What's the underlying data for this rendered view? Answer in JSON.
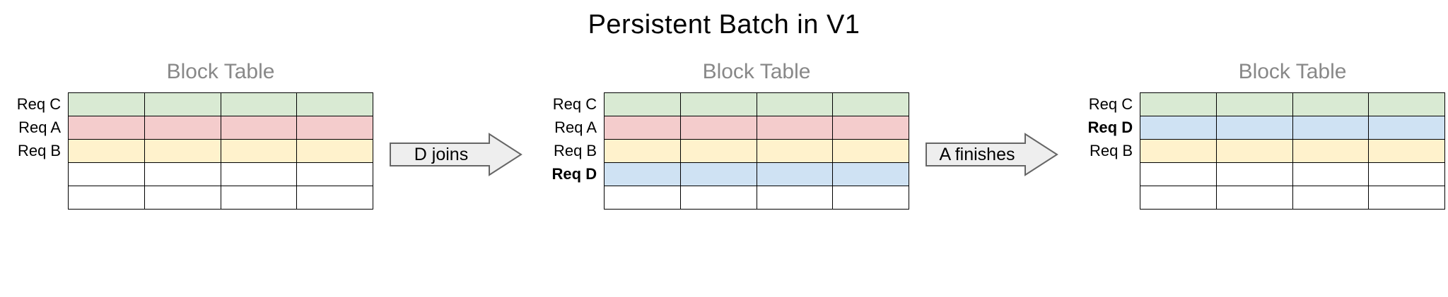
{
  "title": "Persistent Batch in V1",
  "colors": {
    "green": "#d9ead3",
    "pink": "#f4cccc",
    "yellow": "#fff2cc",
    "blue": "#cfe2f3",
    "empty": "#ffffff"
  },
  "grid": {
    "columns": 4,
    "rows": 5
  },
  "tables": [
    {
      "heading": "Block Table",
      "rows": [
        {
          "label": "Req C",
          "bold": false,
          "color": "green"
        },
        {
          "label": "Req A",
          "bold": false,
          "color": "pink"
        },
        {
          "label": "Req B",
          "bold": false,
          "color": "yellow"
        },
        {
          "label": "",
          "bold": false,
          "color": "empty"
        },
        {
          "label": "",
          "bold": false,
          "color": "empty"
        }
      ]
    },
    {
      "heading": "Block Table",
      "rows": [
        {
          "label": "Req C",
          "bold": false,
          "color": "green"
        },
        {
          "label": "Req A",
          "bold": false,
          "color": "pink"
        },
        {
          "label": "Req B",
          "bold": false,
          "color": "yellow"
        },
        {
          "label": "Req D",
          "bold": true,
          "color": "blue"
        },
        {
          "label": "",
          "bold": false,
          "color": "empty"
        }
      ]
    },
    {
      "heading": "Block Table",
      "rows": [
        {
          "label": "Req C",
          "bold": false,
          "color": "green"
        },
        {
          "label": "Req D",
          "bold": true,
          "color": "blue"
        },
        {
          "label": "Req B",
          "bold": false,
          "color": "yellow"
        },
        {
          "label": "",
          "bold": false,
          "color": "empty"
        },
        {
          "label": "",
          "bold": false,
          "color": "empty"
        }
      ]
    }
  ],
  "arrows": [
    {
      "label": "D joins"
    },
    {
      "label": "A finishes"
    }
  ]
}
